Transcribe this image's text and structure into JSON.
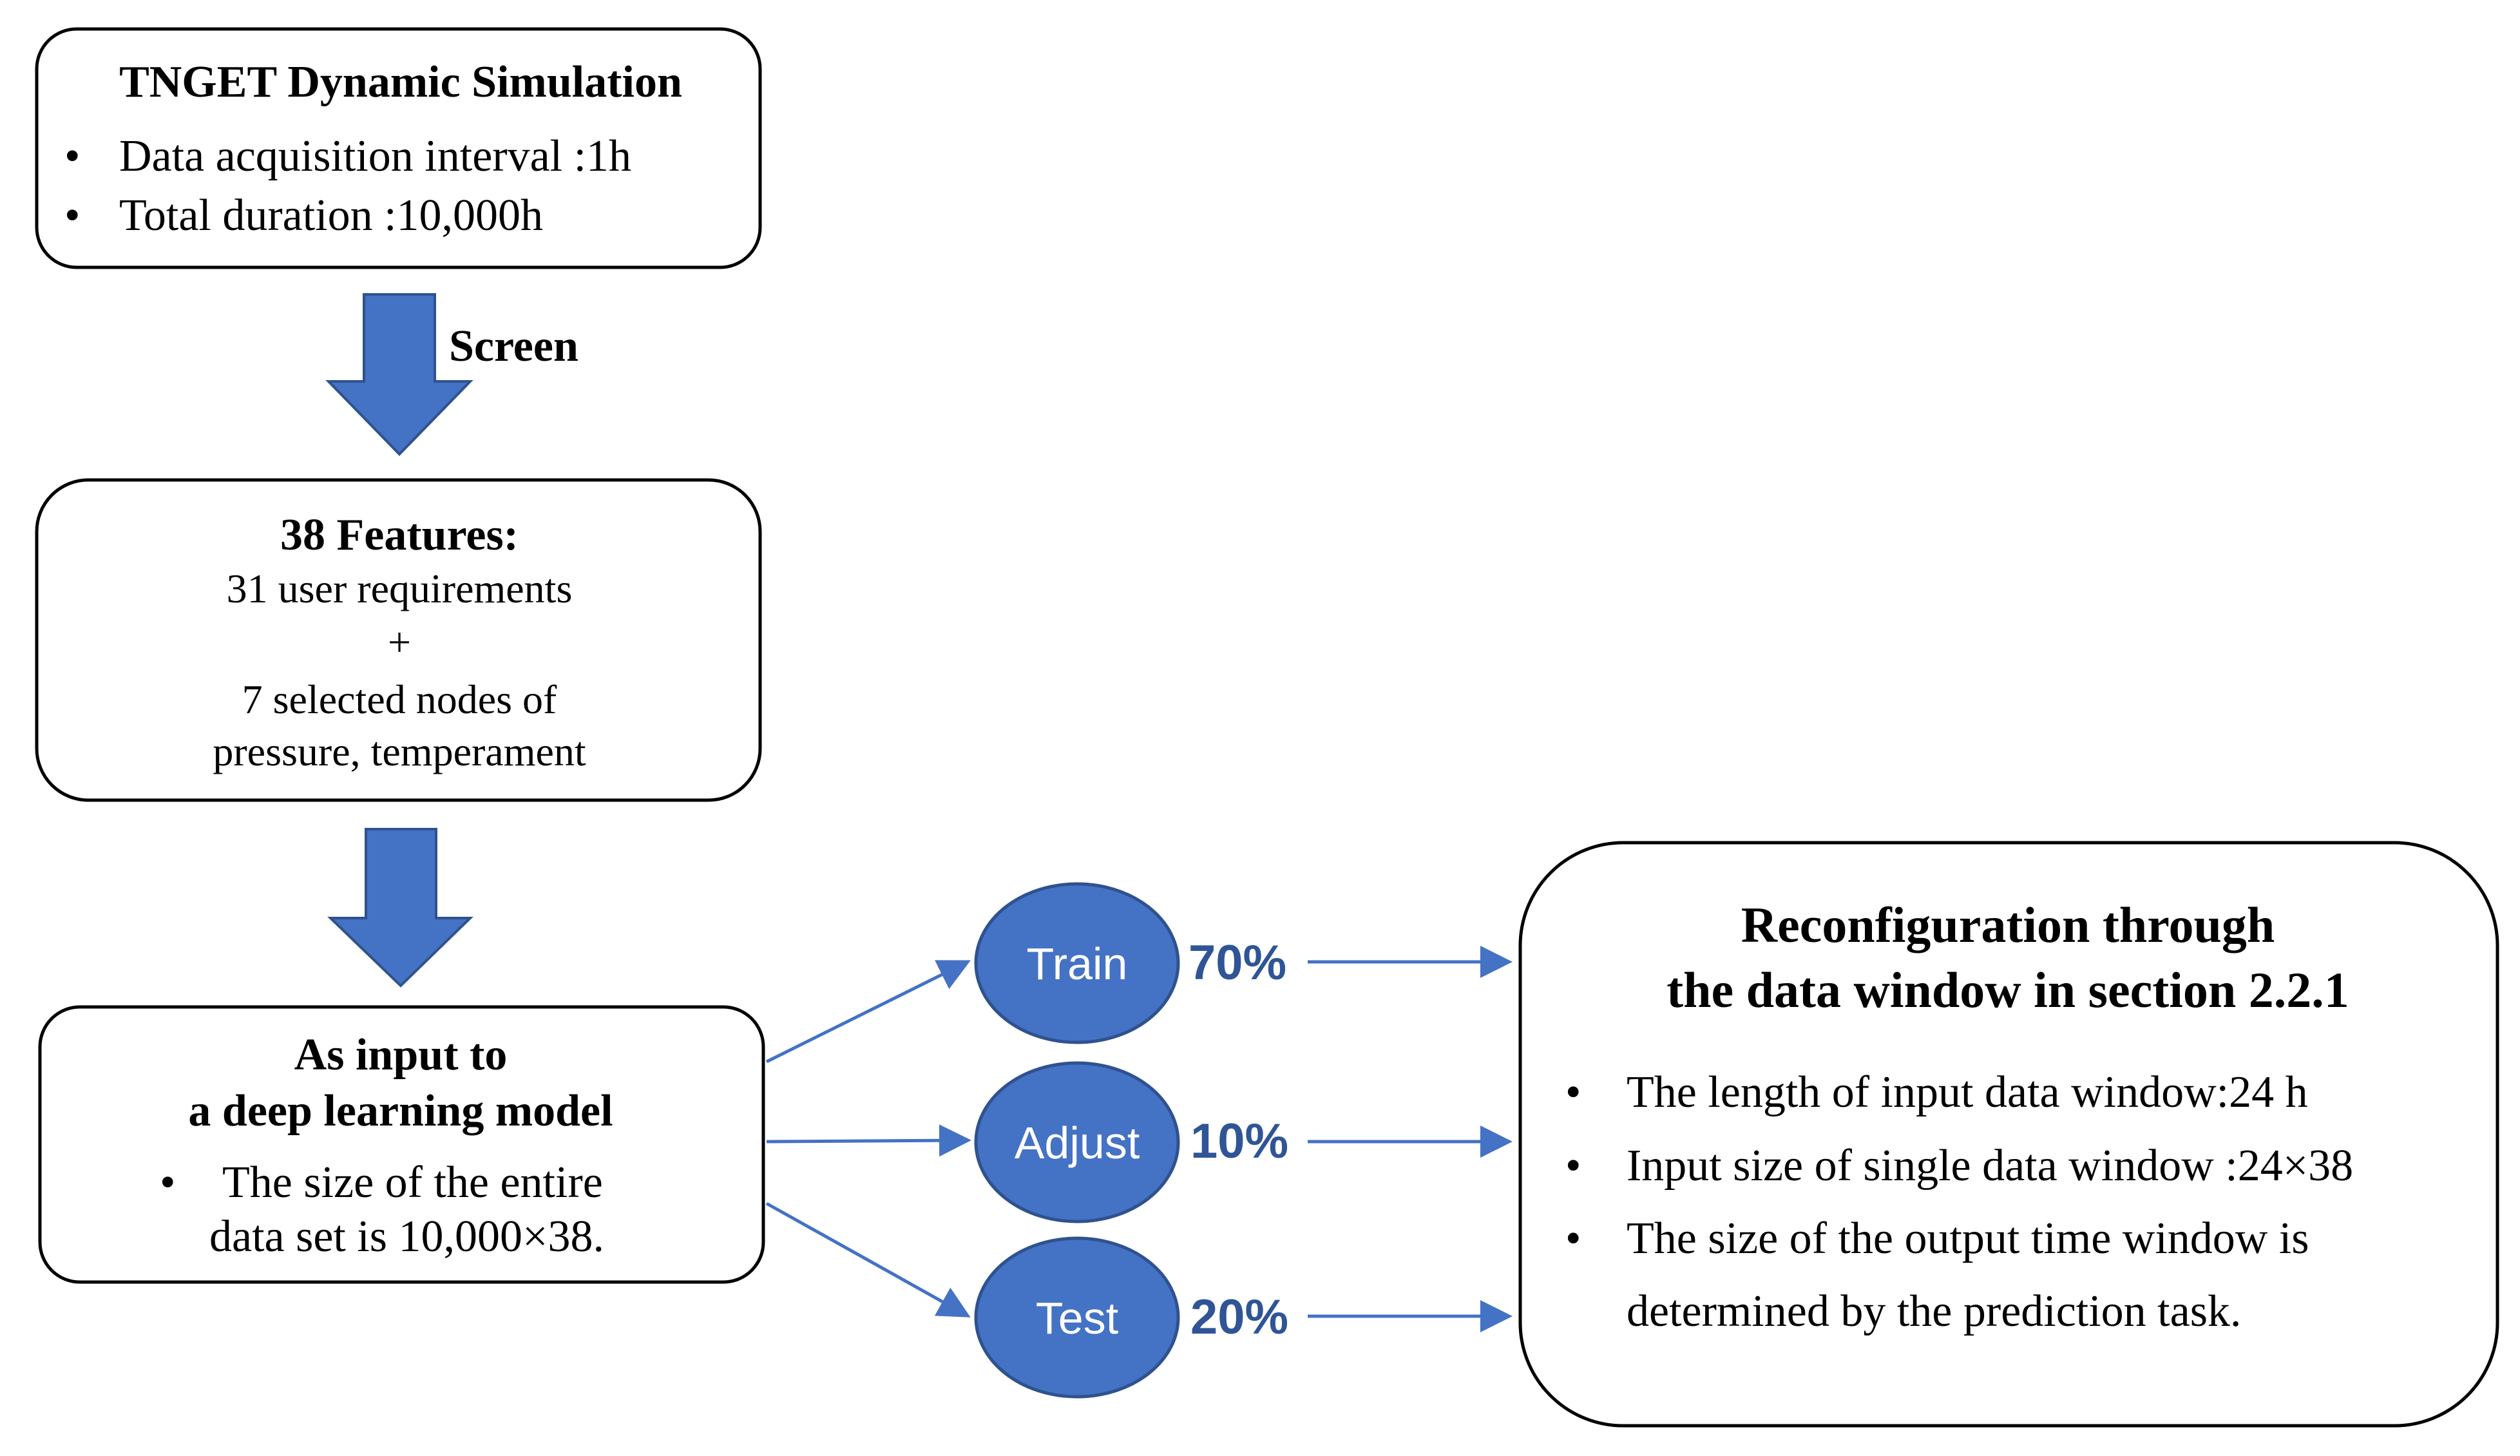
{
  "colors": {
    "accent_fill": "#4472C4",
    "accent_stroke": "#2F528F",
    "percent_text": "#2F5597",
    "box_border": "#000000"
  },
  "box1": {
    "title": "TNGET Dynamic Simulation",
    "bullets": [
      "Data acquisition interval :1h",
      "Total duration :10,000h"
    ]
  },
  "arrow1": {
    "label": "Screen"
  },
  "box2": {
    "title": "38 Features:",
    "lines": [
      "31 user requirements",
      "+",
      "7 selected nodes of",
      "pressure, temperament"
    ]
  },
  "box3": {
    "title_lines": [
      "As input to",
      "a deep learning model"
    ],
    "bullet_lines": [
      "The size of  the entire",
      "data set is 10,000×38."
    ]
  },
  "splits": [
    {
      "label": "Train",
      "percent": "70%"
    },
    {
      "label": "Adjust",
      "percent": "10%"
    },
    {
      "label": "Test",
      "percent": "20%"
    }
  ],
  "box4": {
    "title_lines": [
      "Reconfiguration through",
      "the data window in section 2.2.1"
    ],
    "bullets": [
      "The length of input data window:24 h",
      "Input size of single data window :24×38",
      "The size of the output time window is",
      "determined by the prediction task."
    ]
  },
  "bullet_glyph": "•"
}
